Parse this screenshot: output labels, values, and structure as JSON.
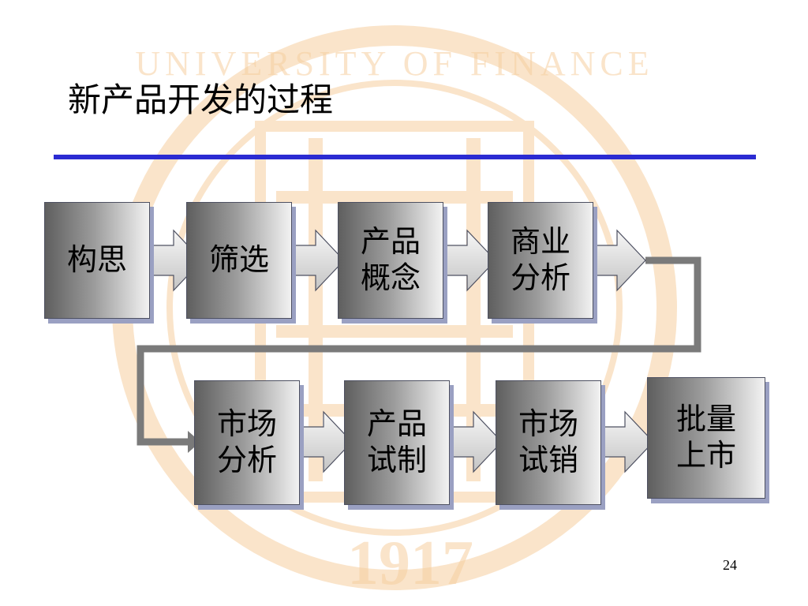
{
  "slide": {
    "title": "新产品开发的过程",
    "page_number": "24"
  },
  "watermark": {
    "top_text": "UNIVERSITY OF FINANCE",
    "year": "1917",
    "color": "#f6cfa0"
  },
  "flow": {
    "row1": [
      {
        "label": "构思"
      },
      {
        "label": "筛选"
      },
      {
        "label": "产品\n概念"
      },
      {
        "label": "商业\n分析"
      }
    ],
    "row2": [
      {
        "label": "市场\n分析"
      },
      {
        "label": "产品\n试制"
      },
      {
        "label": "市场\n试销"
      },
      {
        "label": "批量\n上市"
      }
    ],
    "colors": {
      "arrow_fill_light": "#f4f4f4",
      "arrow_fill_dark": "#c8c8c8",
      "connector": "#7a7a7a",
      "rule": "#2b2bd2"
    }
  }
}
